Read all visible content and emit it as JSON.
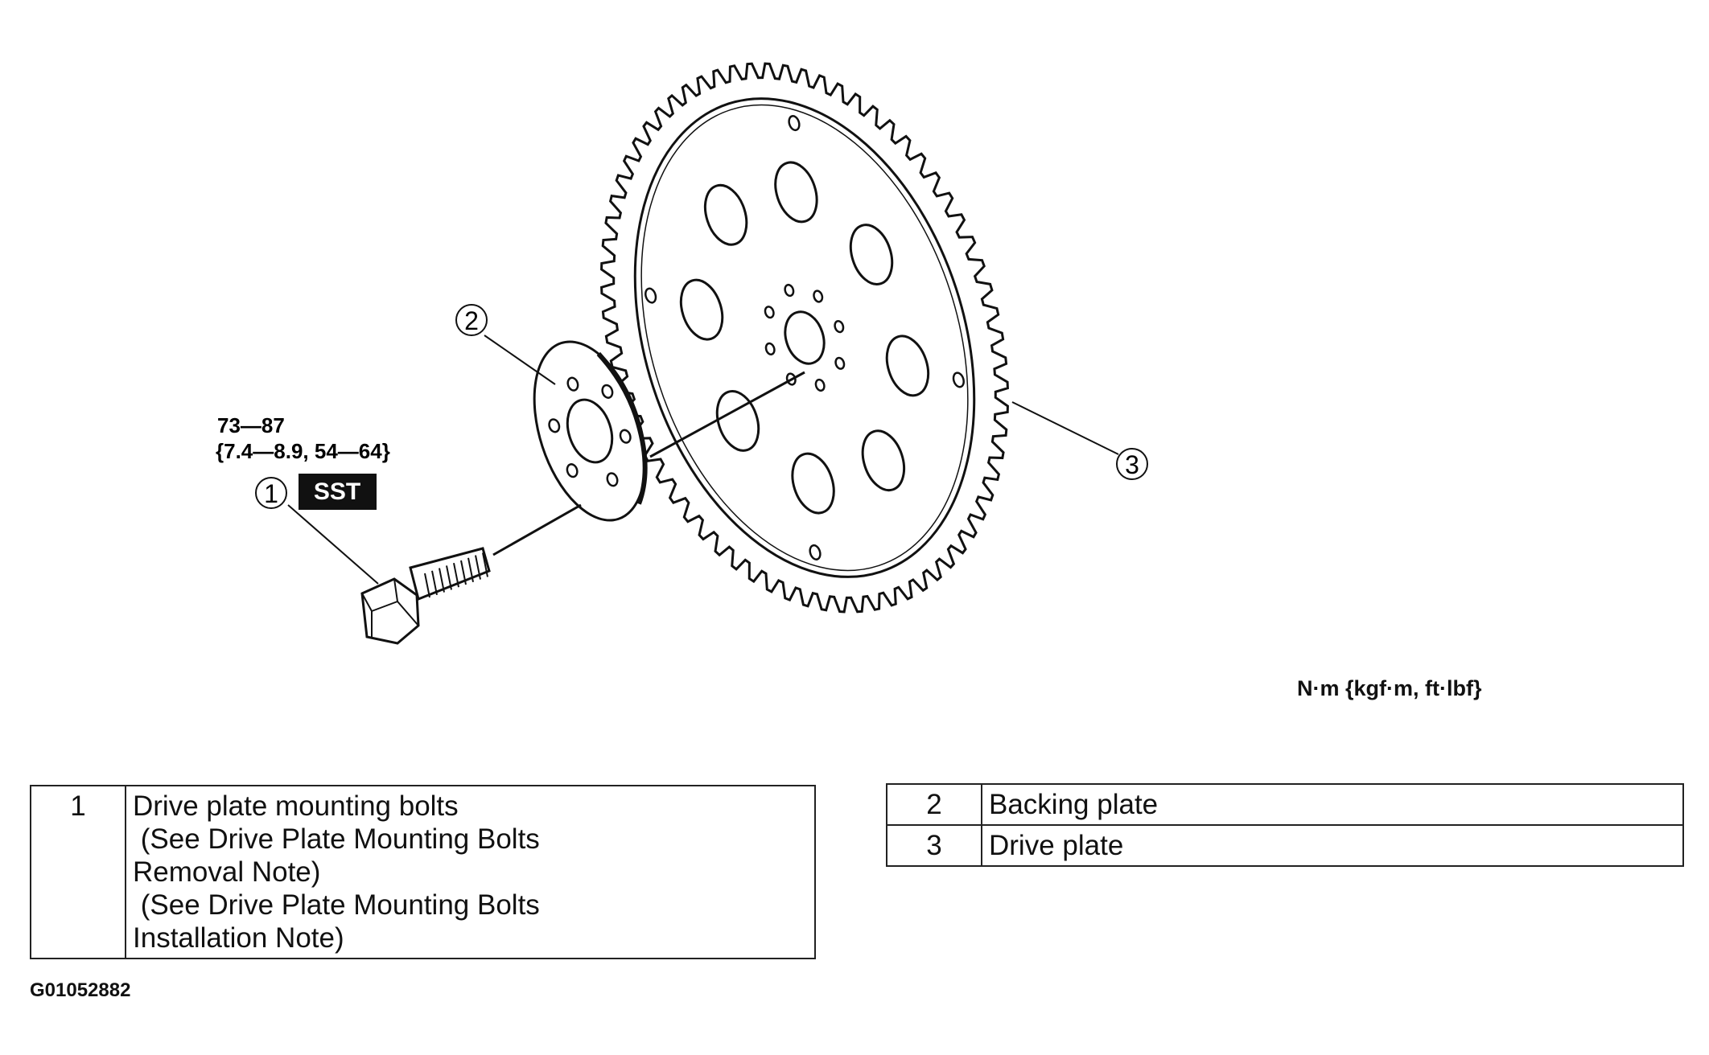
{
  "callouts": {
    "bolt_number": "1",
    "backing_plate_number": "2",
    "drive_plate_number": "3"
  },
  "torque": {
    "range": "73—87",
    "alt_units": "{7.4—8.9, 54—64}",
    "sst_label": "SST"
  },
  "unit_legend": "N·m {kgf·m, ft·lbf}",
  "parts_table_left": [
    {
      "num": "1",
      "lines": [
        "Drive plate mounting bolts",
        " (See Drive Plate Mounting Bolts",
        "Removal Note)",
        " (See Drive Plate Mounting Bolts",
        "Installation Note)"
      ]
    }
  ],
  "parts_table_right": [
    {
      "num": "2",
      "name": "Backing plate"
    },
    {
      "num": "3",
      "name": "Drive plate"
    }
  ],
  "figure_id": "G01052882"
}
